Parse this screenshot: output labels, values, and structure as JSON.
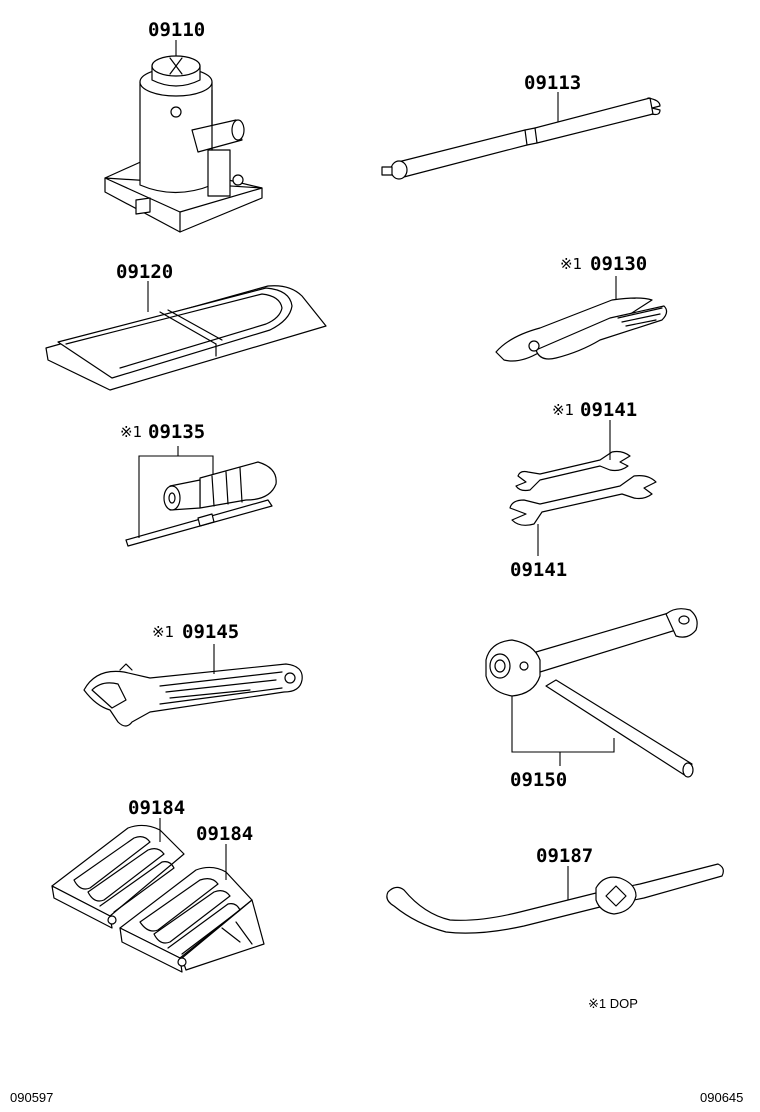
{
  "parts": {
    "jack": {
      "number": "09110"
    },
    "jack_handle": {
      "number": "09113"
    },
    "tool_bag": {
      "number": "09120"
    },
    "pliers": {
      "mark": "※1",
      "number": "09130"
    },
    "screwdriver": {
      "mark": "※1",
      "number": "09135"
    },
    "wrench_upper": {
      "mark": "※1",
      "number": "09141"
    },
    "wrench_lower": {
      "number": "09141"
    },
    "adjustable_wrench": {
      "mark": "※1",
      "number": "09145"
    },
    "wheel_nut_wrench": {
      "number": "09150"
    },
    "wheel_chock_left": {
      "number": "09184"
    },
    "wheel_chock_right": {
      "number": "09184"
    },
    "hook": {
      "number": "09187"
    }
  },
  "legend": {
    "note": "※1 DOP"
  },
  "footer": {
    "left_code": "090597",
    "right_code": "090645"
  }
}
